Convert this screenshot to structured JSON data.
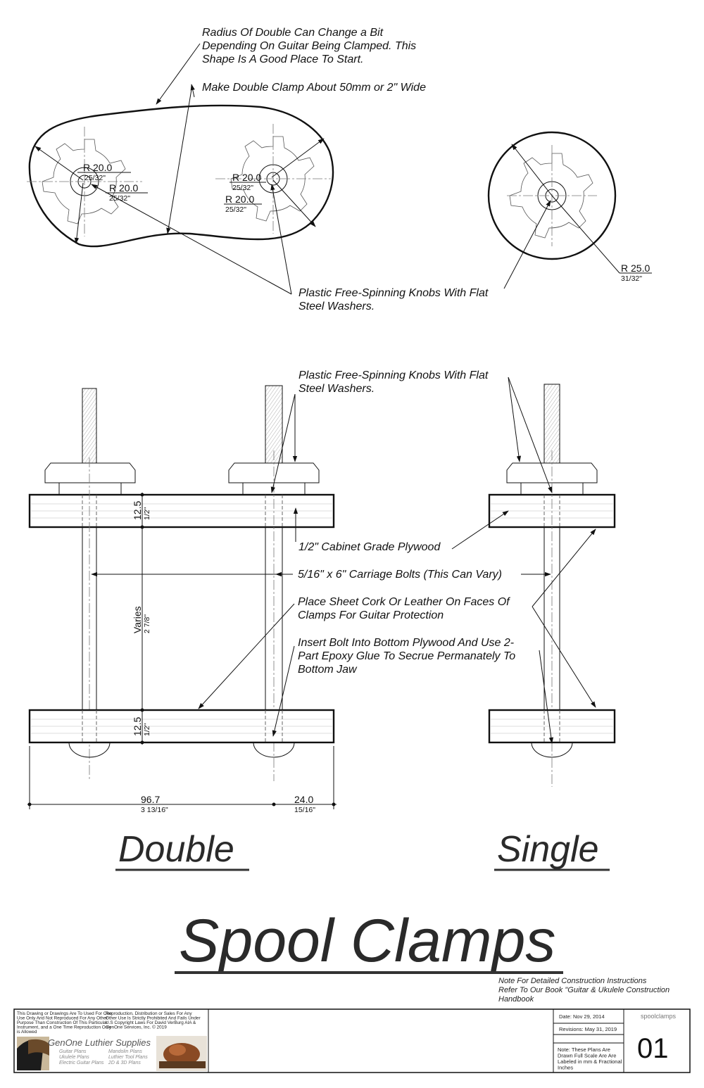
{
  "notes": {
    "radius_line1": "Radius Of Double Can Change a Bit",
    "radius_line2": "Depending On Guitar Being Clamped. This",
    "radius_line3": "Shape Is A Good Place To Start.",
    "width_note": "Make Double Clamp About 50mm or 2\" Wide",
    "knobs_top_line1": "Plastic Free-Spinning Knobs With Flat",
    "knobs_top_line2": "Steel Washers.",
    "knobs_side_line1": "Plastic Free-Spinning Knobs With Flat",
    "knobs_side_line2": "Steel Washers.",
    "plywood": "1/2\" Cabinet Grade Plywood",
    "bolts": "5/16\" x 6\" Carriage Bolts (This Can Vary)",
    "cork_line1": "Place Sheet Cork Or Leather On Faces Of",
    "cork_line2": "Clamps For Guitar Protection",
    "epoxy_line1": "Insert Bolt Into Bottom Plywood And Use 2-",
    "epoxy_line2": "Part Epoxy Glue To Secrue Permanately To",
    "epoxy_line3": "Bottom Jaw",
    "book_line1": "Note For Detailed Construction Instructions",
    "book_line2": "Refer To Our Book \"Guitar & Ukulele Construction",
    "book_line3": "Handbook"
  },
  "dimensions": {
    "double_r1_mm": "R 20.0",
    "double_r1_in": "25/32\"",
    "double_r2_mm": "R 20.0",
    "double_r2_in": "25/32\"",
    "double_r3_mm": "R 20.0",
    "double_r3_in": "25/32\"",
    "double_r4_mm": "R 20.0",
    "double_r4_in": "25/32\"",
    "single_r_mm": "R 25.0",
    "single_r_in": "31/32\"",
    "top_jaw_mm": "12.5",
    "top_jaw_in": "1/2\"",
    "bottom_jaw_mm": "12.5",
    "bottom_jaw_in": "1/2\"",
    "gap_label": "Varies",
    "gap_in": "2 7/8\"",
    "spacing_mm": "96.7",
    "spacing_in": "3 13/16\"",
    "edge_mm": "24.0",
    "edge_in": "15/16\""
  },
  "labels": {
    "double": "Double",
    "single": "Single",
    "title": "Spool Clamps"
  },
  "title_block": {
    "legal_col1": [
      "This Drawing or Drawings Are To Used For One",
      "Use Only And Not Reproduced For Any Other",
      "Purpose Than Construction Of This Particular",
      "Instrument, and a One Time Reproduction Only",
      "is Allowed"
    ],
    "legal_col2": [
      "Reproduction, Distribution or Sales For Any",
      "Other Use Is Strictly Prohibited And Fails Under",
      "U.S Copyright Laws For David VerBurg AIA &",
      "GenOne Services, Inc. © 2019"
    ],
    "brand": "GenOne Luthier Supplies",
    "products_col1": [
      "Guitar Plans",
      "Ukulele Plans",
      "Electric Guitar Plans"
    ],
    "products_col2": [
      "Mandolin Plans",
      "Luthier Tool Plans",
      "2D & 3D Plans"
    ],
    "date": "Date: Nov 29, 2014",
    "revisions": "Revisions: May 31, 2019",
    "scale_note": [
      "Note: These Plans Are",
      "Drawn Full Scale Are Are",
      "Labeled in mm & Fractional",
      "Inches"
    ],
    "sheet_name": "spoolclamps",
    "sheet_number": "01"
  }
}
